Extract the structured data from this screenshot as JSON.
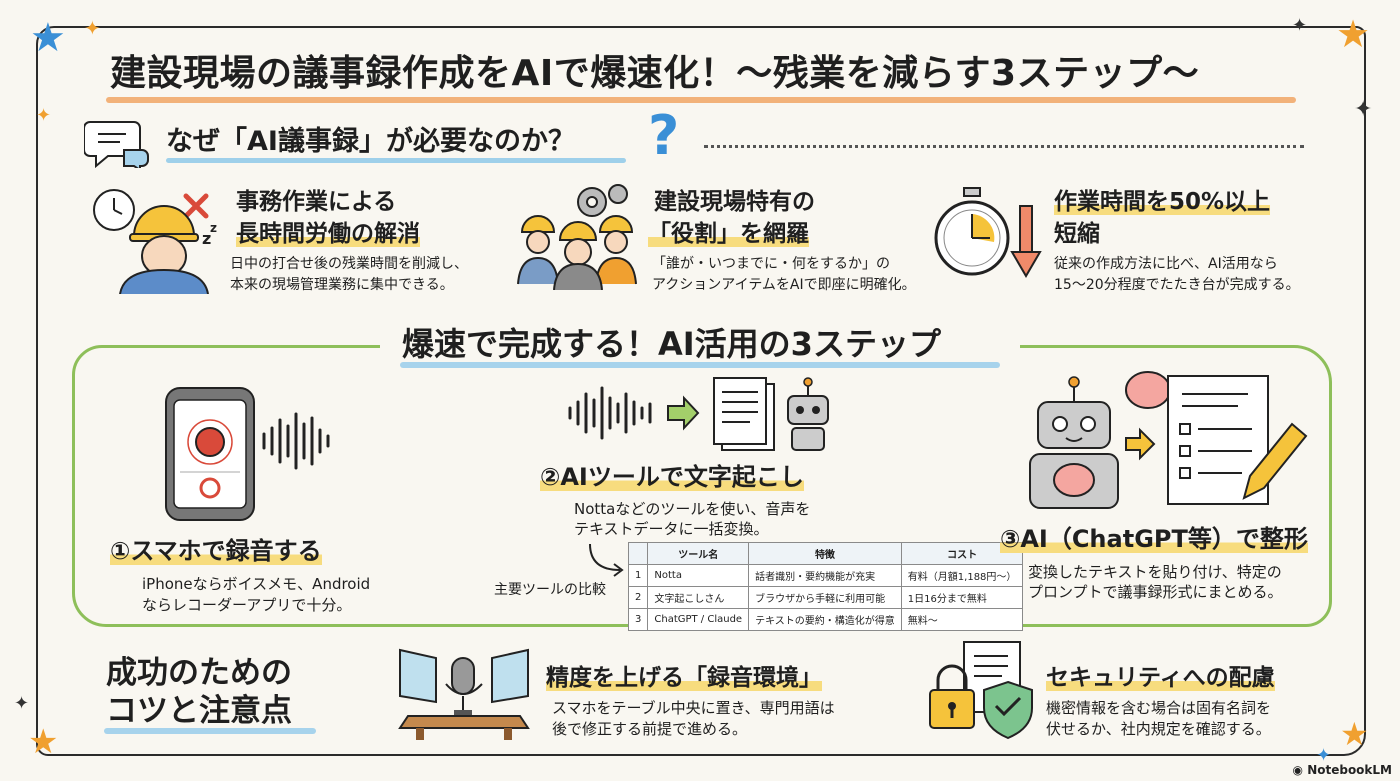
{
  "main_title": "建設現場の議事録作成をAIで爆速化！〜残業を減らす3ステップ〜",
  "why": {
    "title": "なぜ「AI議事録」が必要なのか？",
    "cards": [
      {
        "title_line1": "事務作業による",
        "title_line2": "長時間労働の解消",
        "body_line1": "日中の打合せ後の残業時間を削減し、",
        "body_line2": "本来の現場管理業務に集中できる。"
      },
      {
        "title_line1": "建設現場特有の",
        "title_line2": "「役割」を網羅",
        "body_line1": "「誰が・いつまでに・何をするか」の",
        "body_line2": "アクションアイテムをAIで即座に明確化。"
      },
      {
        "title_line1": "作業時間を50%以上",
        "title_line2": "短縮",
        "body_line1": "従来の作成方法に比べ、AI活用なら",
        "body_line2": "15〜20分程度でたたき台が完成する。"
      }
    ]
  },
  "steps": {
    "title": "爆速で完成する！AI活用の3ステップ",
    "step1": {
      "title": "①スマホで録音する",
      "body_line1": "iPhoneならボイスメモ、Android",
      "body_line2": "ならレコーダーアプリで十分。"
    },
    "step2": {
      "title": "②AIツールで文字起こし",
      "body_line1": "Nottaなどのツールを使い、音声を",
      "body_line2": "テキストデータに一括変換。"
    },
    "step3": {
      "title": "③AI（ChatGPT等）で整形",
      "body_line1": "変換したテキストを貼り付け、特定の",
      "body_line2": "プロンプトで議事録形式にまとめる。"
    },
    "table_label": "主要ツールの比較",
    "table": {
      "headers": [
        "",
        "ツール名",
        "特徴",
        "コスト"
      ],
      "rows": [
        [
          "1",
          "Notta",
          "話者識別・要約機能が充実",
          "有料（月額1,188円〜）"
        ],
        [
          "2",
          "文字起こしさん",
          "ブラウザから手軽に利用可能",
          "1日16分まで無料"
        ],
        [
          "3",
          "ChatGPT / Claude",
          "テキストの要約・構造化が得意",
          "無料〜"
        ]
      ]
    }
  },
  "tips": {
    "title_line1": "成功のための",
    "title_line2": "コツと注意点",
    "items": [
      {
        "title": "精度を上げる「録音環境」",
        "body_line1": "スマホをテーブル中央に置き、専門用語は",
        "body_line2": "後で修正する前提で進める。"
      },
      {
        "title": "セキュリティへの配慮",
        "body_line1": "機密情報を含む場合は固有名詞を",
        "body_line2": "伏せるか、社内規定を確認する。"
      }
    ]
  },
  "badge": "NotebookLM",
  "colors": {
    "accent_orange": "#f2b27a",
    "accent_blue": "#a7d3ec",
    "accent_yellow": "#f7dc7e",
    "frame_green": "#8ebf5a",
    "star_blue": "#3a8fd6",
    "star_orange": "#f0a030"
  }
}
